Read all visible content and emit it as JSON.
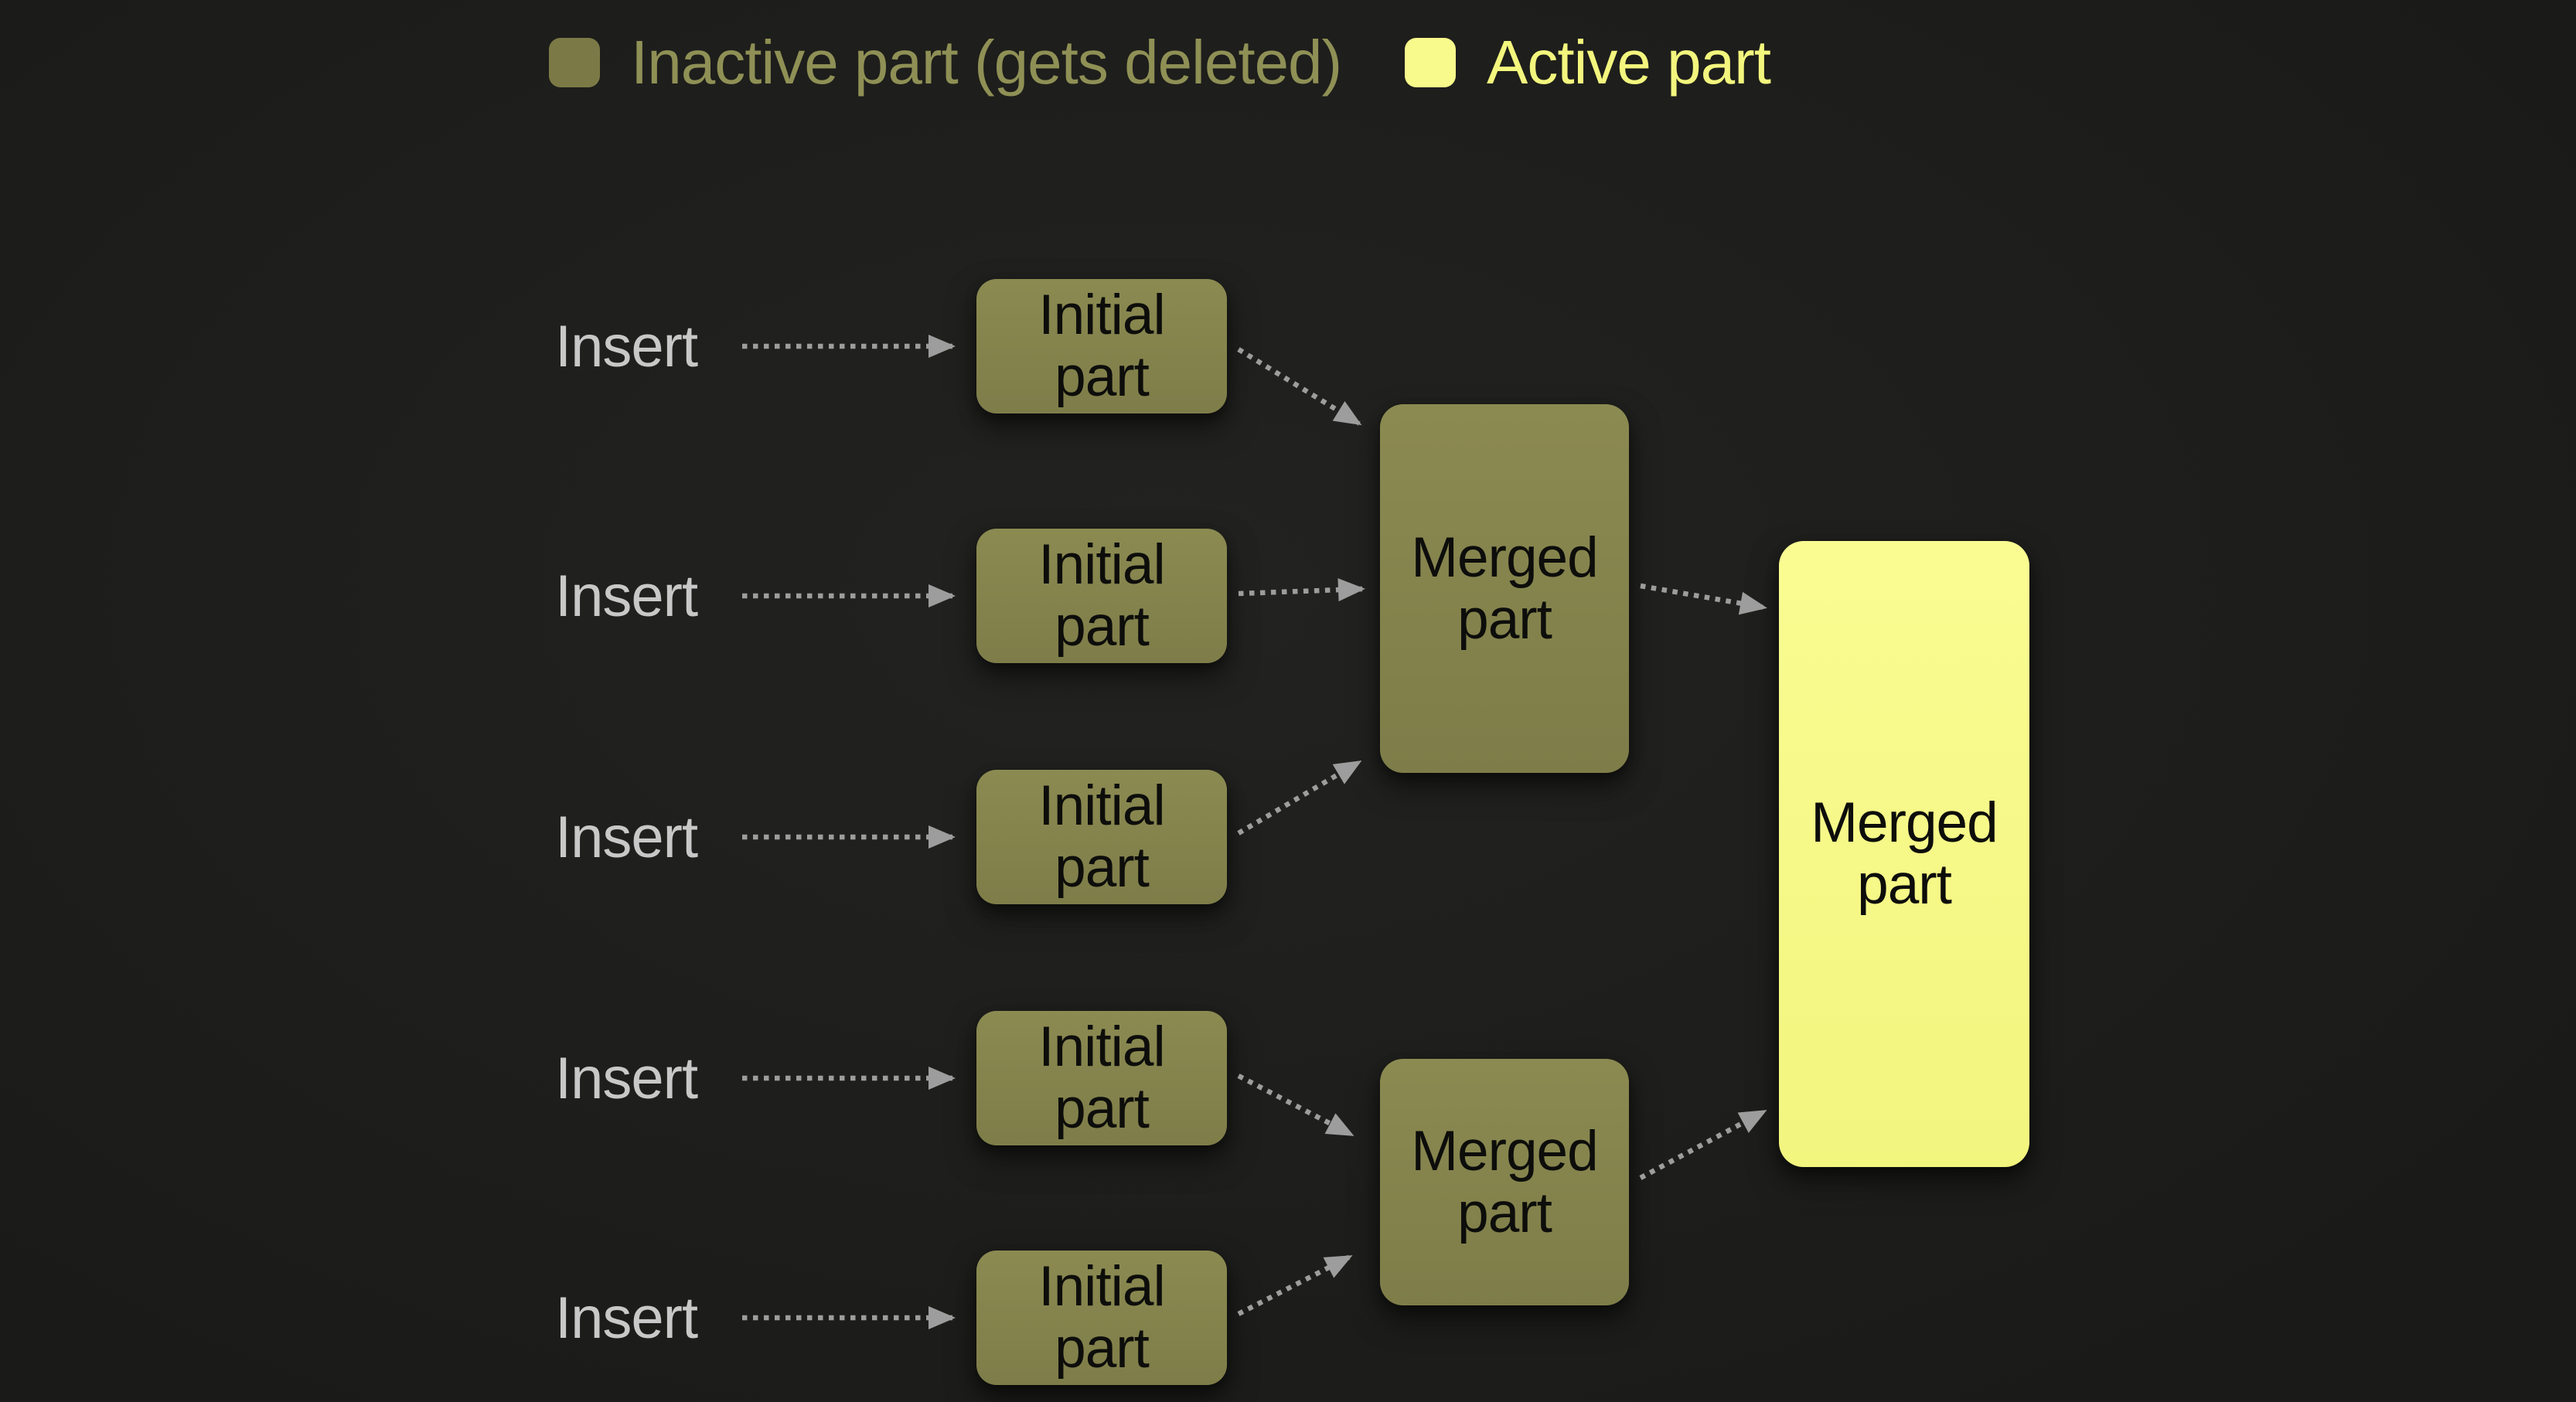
{
  "legend": {
    "items": [
      {
        "id": "inactive",
        "label": "Inactive part (gets deleted)"
      },
      {
        "id": "active",
        "label": "Active part"
      }
    ]
  },
  "rows": [
    {
      "insert_label": "Insert",
      "box_label": "Initial\npart"
    },
    {
      "insert_label": "Insert",
      "box_label": "Initial\npart"
    },
    {
      "insert_label": "Insert",
      "box_label": "Initial\npart"
    },
    {
      "insert_label": "Insert",
      "box_label": "Initial\npart"
    },
    {
      "insert_label": "Insert",
      "box_label": "Initial\npart"
    }
  ],
  "merged": {
    "top_label": "Merged\npart",
    "bottom_label": "Merged\npart",
    "final_label": "Merged\npart"
  },
  "colors": {
    "background": "#1e1e1c",
    "inactive_fill": "#8b8a51",
    "inactive_fill_dark": "#7e7d49",
    "active_fill": "#fafc92",
    "active_fill_dark": "#f2f57e",
    "legend_inactive_swatch": "#7b7a46",
    "legend_inactive_text": "#8f9055",
    "legend_active_swatch": "#f8fa8c",
    "legend_active_text": "#f3f67d",
    "insert_text": "#c8c8c8",
    "box_text": "#0d0d0b",
    "arrow": "#9d9d9d"
  }
}
